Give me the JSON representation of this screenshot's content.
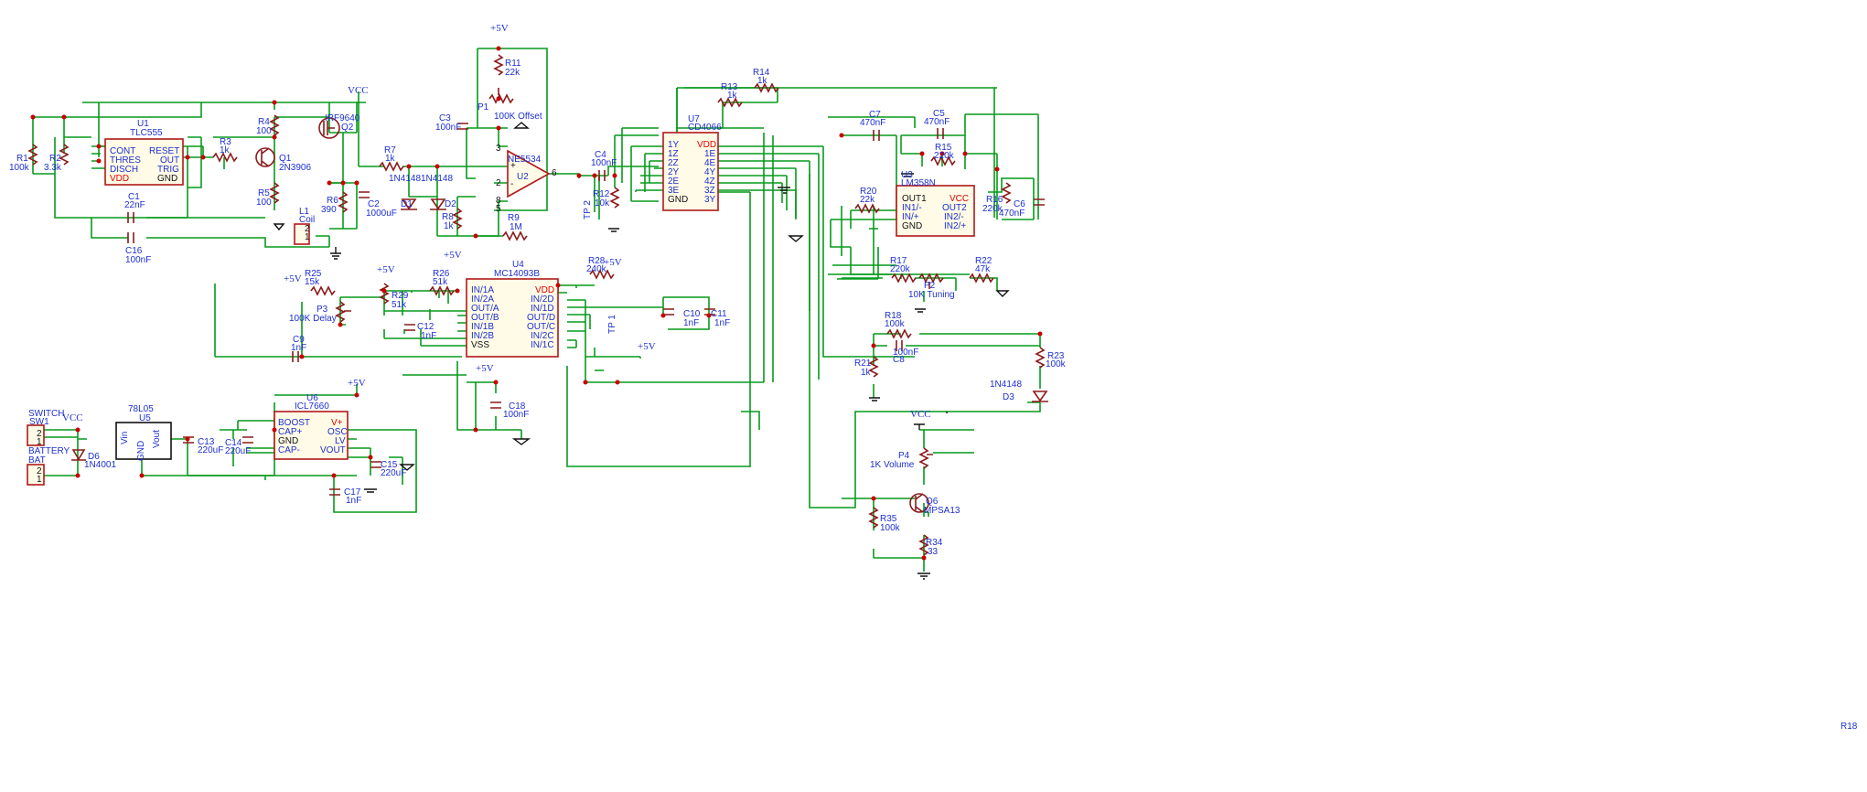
{
  "corner_label": "R18",
  "power_labels": {
    "p5v": "+5V",
    "vcc": "VCC"
  },
  "parts": {
    "R1": {
      "ref": "R1",
      "val": "100k"
    },
    "R2": {
      "ref": "R2",
      "val": "3.3k"
    },
    "R3": {
      "ref": "R3",
      "val": "1k"
    },
    "R4": {
      "ref": "R4",
      "val": "100"
    },
    "R5": {
      "ref": "R5",
      "val": "100"
    },
    "R6": {
      "ref": "R6",
      "val": "390"
    },
    "R7": {
      "ref": "R7",
      "val": "1k"
    },
    "R8": {
      "ref": "R8",
      "val": "1k"
    },
    "R9": {
      "ref": "R9",
      "val": "1M"
    },
    "R11": {
      "ref": "R11",
      "val": "22k"
    },
    "R12": {
      "ref": "R12",
      "val": "10k"
    },
    "R13": {
      "ref": "R13",
      "val": "1k"
    },
    "R14": {
      "ref": "R14",
      "val": "1k"
    },
    "R15": {
      "ref": "R15",
      "val": "220k"
    },
    "R16": {
      "ref": "R16",
      "val": "220k"
    },
    "R17": {
      "ref": "R17",
      "val": "220k"
    },
    "R18": {
      "ref": "R18",
      "val": "100k"
    },
    "R20": {
      "ref": "R20",
      "val": "22k"
    },
    "R21": {
      "ref": "R21",
      "val": "1k"
    },
    "R22": {
      "ref": "R22",
      "val": "47k"
    },
    "R23": {
      "ref": "R23",
      "val": "100k"
    },
    "R25": {
      "ref": "R25",
      "val": "15k"
    },
    "R26": {
      "ref": "R26",
      "val": "51k"
    },
    "R28": {
      "ref": "R28",
      "val": "240k"
    },
    "R29": {
      "ref": "R29",
      "val": "51k"
    },
    "R34": {
      "ref": "R34",
      "val": "33"
    },
    "R35": {
      "ref": "R35",
      "val": "100k"
    },
    "C1": {
      "ref": "C1",
      "val": "22nF"
    },
    "C2": {
      "ref": "C2",
      "val": "1000uF"
    },
    "C3": {
      "ref": "C3",
      "val": "100nF"
    },
    "C4": {
      "ref": "C4",
      "val": "100nF"
    },
    "C5": {
      "ref": "C5",
      "val": "470nF"
    },
    "C6": {
      "ref": "C6",
      "val": "470nF"
    },
    "C7": {
      "ref": "C7",
      "val": "470nF"
    },
    "C8": {
      "ref": "C8",
      "val": "100nF"
    },
    "C9": {
      "ref": "C9",
      "val": "1nF"
    },
    "C10": {
      "ref": "C10",
      "val": "1nF"
    },
    "C11": {
      "ref": "C11",
      "val": "1nF"
    },
    "C12": {
      "ref": "C12",
      "val": "1nF"
    },
    "C13": {
      "ref": "C13",
      "val": "220uF"
    },
    "C14": {
      "ref": "C14",
      "val": "220uF"
    },
    "C15": {
      "ref": "C15",
      "val": "220uF"
    },
    "C16": {
      "ref": "C16",
      "val": "100nF"
    },
    "C17": {
      "ref": "C17",
      "val": "1nF"
    },
    "C18": {
      "ref": "C18",
      "val": "100nF"
    },
    "P1": {
      "ref": "P1",
      "val": "100K Offset"
    },
    "P2": {
      "ref": "P2",
      "val": "10K Tuning"
    },
    "P3": {
      "ref": "P3",
      "val": "100K Delay"
    },
    "P4": {
      "ref": "P4",
      "val": "1K Volume"
    },
    "D1": {
      "ref": "D1",
      "val": "1N4148"
    },
    "D2": {
      "ref": "D2",
      "val": "1N4148"
    },
    "D3": {
      "ref": "D3",
      "val": "1N4148"
    },
    "D6": {
      "ref": "D6",
      "val": "1N4001"
    },
    "Q1": {
      "ref": "Q1",
      "val": "2N3906"
    },
    "Q2": {
      "ref": "Q2",
      "val": "IRF9640"
    },
    "Q6": {
      "ref": "Q6",
      "val": "MPSA13"
    },
    "L1": {
      "ref": "L1",
      "val": "Coil"
    },
    "SW1": {
      "ref": "SW1",
      "val": "SWITCH"
    },
    "BAT": {
      "ref": "",
      "val": "BATTERY"
    },
    "U5": {
      "ref": "U5",
      "val": "78L05"
    },
    "TP1": {
      "ref": "TP 1"
    },
    "TP2": {
      "ref": "TP 2"
    }
  },
  "ics": {
    "U1": {
      "ref": "U1",
      "val": "TLC555",
      "left": [
        "CONT",
        "THRES",
        "DISCH",
        "VDD"
      ],
      "right": [
        "RESET",
        "OUT",
        "TRIG",
        "GND"
      ]
    },
    "U2": {
      "ref": "U2",
      "val": "NE5534"
    },
    "U3": {
      "ref": "U3",
      "val": "LM358N",
      "left": [
        "OUT1",
        "IN1/-",
        "IN/+",
        "GND"
      ],
      "right": [
        "VCC",
        "OUT2",
        "IN2/-",
        "IN2/+"
      ]
    },
    "U4": {
      "ref": "U4",
      "val": "MC14093B",
      "left": [
        "IN/1A",
        "IN/2A",
        "OUT/A",
        "OUT/B",
        "IN/1B",
        "IN/2B",
        "VSS"
      ],
      "right": [
        "VDD",
        "IN/2D",
        "IN/1D",
        "OUT/D",
        "OUT/C",
        "IN/2C",
        "IN/1C"
      ]
    },
    "U5": {
      "vin": "Vin",
      "vout": "Vout",
      "gnd": "GND"
    },
    "U6": {
      "ref": "U6",
      "val": "ICL7660",
      "left": [
        "BOOST",
        "CAP+",
        "GND",
        "CAP-"
      ],
      "right": [
        "V+",
        "OSC",
        "LV",
        "VOUT"
      ]
    },
    "U7": {
      "ref": "U7",
      "val": "CD4066",
      "left": [
        "1Y",
        "1Z",
        "2Z",
        "2Y",
        "2E",
        "3E",
        "GND"
      ],
      "right": [
        "VDD",
        "1E",
        "4E",
        "4Y",
        "4Z",
        "3Z",
        "3Y"
      ]
    }
  }
}
